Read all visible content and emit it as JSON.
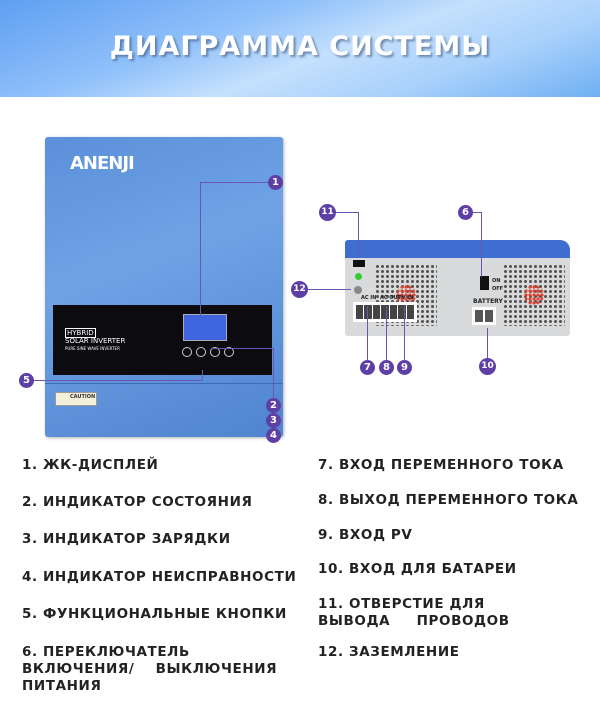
{
  "header": {
    "title": "ДИАГРАММА СИСТЕМЫ"
  },
  "front": {
    "brand": "ANENJI",
    "panel_line1": "HYBRID",
    "panel_line2": "SOLAR INVERTER",
    "panel_line3": "PURE SINE WAVE INVERTER",
    "caution": "CAUTION"
  },
  "rear": {
    "ac_in": "AC IN",
    "ac_out": "AC OUT",
    "pv_in": "PV IN",
    "battery": "BATTERY",
    "on": "ON",
    "off": "OFF"
  },
  "callouts": [
    "1",
    "2",
    "3",
    "4",
    "5",
    "6",
    "7",
    "8",
    "9",
    "10",
    "11",
    "12"
  ],
  "legend_left": [
    "1. ЖК-ДИСПЛЕЙ",
    "2. ИНДИКАТОР СОСТОЯНИЯ",
    "3. ИНДИКАТОР ЗАРЯДКИ",
    "4. ИНДИКАТОР НЕИСПРАВНОСТИ",
    "5. ФУНКЦИОНАЛЬНЫЕ КНОПКИ",
    "6. ПЕРЕКЛЮЧАТЕЛЬ ВКЛЮЧЕНИЯ/    ВЫКЛЮЧЕНИЯ ПИТАНИЯ"
  ],
  "legend_right": [
    "7. ВХОД ПЕРЕМЕННОГО ТОКА",
    "8. ВЫХОД ПЕРЕМЕННОГО ТОКА",
    "9. ВХОД PV",
    "10. ВХОД ДЛЯ БАТАРЕИ",
    "11. ОТВЕРСТИЕ ДЛЯ ВЫВОДА     ПРОВОДОВ",
    "12. ЗАЗЕМЛЕНИЕ"
  ],
  "colors": {
    "callout": "#5e3fa6",
    "inverter_blue": "#5b8fd8"
  }
}
